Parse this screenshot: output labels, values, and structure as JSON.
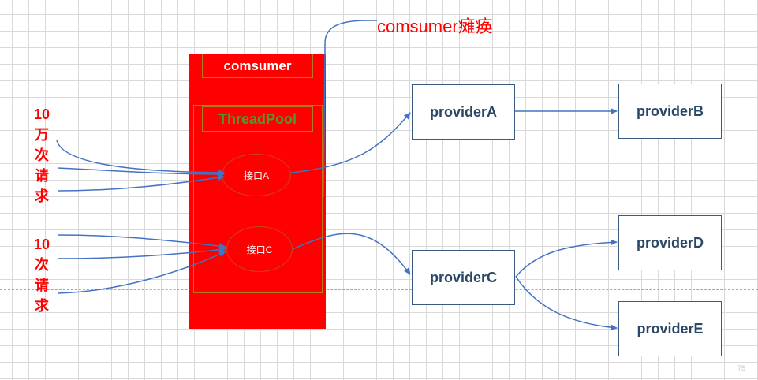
{
  "colors": {
    "consumer_fill": "#ff0000",
    "threadpool_label": "#4f9a2c",
    "arrow": "#4472c4",
    "provider_text": "#2b4766",
    "provider_border": "#3a5a80",
    "request_text": "#ff0000"
  },
  "crash_title": "comsumer瘫痪",
  "consumer": {
    "title": "comsumer",
    "threadpool_label": "ThreadPool",
    "interfaces": [
      {
        "label": "接口A"
      },
      {
        "label": "接口C"
      }
    ]
  },
  "requests": [
    {
      "chars": [
        "10",
        "万",
        "次",
        "请",
        "求"
      ]
    },
    {
      "chars": [
        "10",
        "次",
        "请",
        "求"
      ]
    }
  ],
  "providers": [
    {
      "name": "providerA"
    },
    {
      "name": "providerB"
    },
    {
      "name": "providerC"
    },
    {
      "name": "providerD"
    },
    {
      "name": "providerE"
    }
  ],
  "watermark": "75"
}
